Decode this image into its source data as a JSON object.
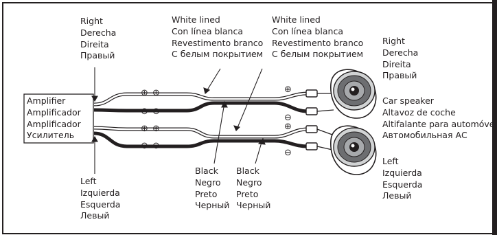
{
  "colors": {
    "frame": "#231f20",
    "wire_white": "#ffffff",
    "wire_black": "#231f20",
    "speaker_cone": "#6d6e71",
    "speaker_rim": "#d1d3d4"
  },
  "amplifier_box": [
    "Amplifier",
    "Amplificador",
    "Amplificador",
    "Усилитель"
  ],
  "right_channel_top": [
    "Right",
    "Derecha",
    "Direita",
    "Правый"
  ],
  "left_channel_bottom": [
    "Left",
    "Izquierda",
    "Esquerda",
    "Левый"
  ],
  "white_lined_1": [
    "White lined",
    "Con línea blanca",
    "Revestimento branco",
    "С белым покрытием"
  ],
  "white_lined_2": [
    "White lined",
    "Con línea blanca",
    "Revestimento branco",
    "С белым покрытием"
  ],
  "black_1": [
    "Black",
    "Negro",
    "Preto",
    "Черный"
  ],
  "black_2": [
    "Black",
    "Negro",
    "Preto",
    "Черный"
  ],
  "right_speaker": [
    "Right",
    "Derecha",
    "Direita",
    "Правый"
  ],
  "car_speaker": [
    "Car speaker",
    "Altavoz de coche",
    "Altifalante para automóve",
    "Автомобильная АС"
  ],
  "left_speaker": [
    "Left",
    "Izquierda",
    "Esquerda",
    "Левый"
  ],
  "polarity": {
    "plus": "⊕",
    "minus": "⊖"
  }
}
